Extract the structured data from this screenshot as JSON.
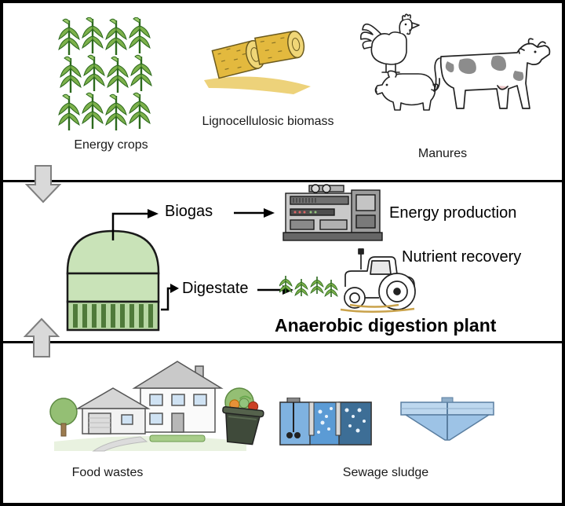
{
  "figure_title": "Anaerobic digestion plant",
  "top_panel": {
    "energy_crops_label": "Energy crops",
    "lignocellulosic_label": "Lignocellulosic biomass",
    "manures_label": "Manures"
  },
  "middle_panel": {
    "biogas_label": "Biogas",
    "energy_production_label": "Energy production",
    "digestate_label": "Digestate",
    "nutrient_recovery_label": "Nutrient recovery",
    "plant_title": "Anaerobic digestion plant"
  },
  "bottom_panel": {
    "food_wastes_label": "Food wastes",
    "sewage_sludge_label": "Sewage sludge"
  },
  "icons": [
    "energy-crops-icon",
    "hay-bales-icon",
    "chicken-icon",
    "pig-icon",
    "cow-icon",
    "down-block-arrow-icon",
    "up-block-arrow-icon",
    "digester-tank-icon",
    "biogas-elbow-arrow-icon",
    "biogas-to-generator-arrow-icon",
    "generator-icon",
    "digestate-elbow-arrow-icon",
    "digestate-to-field-arrow-icon",
    "tractor-field-icon",
    "house-icon",
    "compost-bin-icon",
    "aeration-tank-icon",
    "clarifier-icon"
  ],
  "colors": {
    "corn_green": "#7db14b",
    "corn_dark": "#2d6a1e",
    "tank_light_green": "#c9e3b8",
    "tank_slat_green": "#4f7a3a",
    "hay_yellow": "#e3b93e",
    "water_blue": "#5b9bd5",
    "clarifier_blue": "#9dc3e6",
    "arrow_gray": "#d9d9d9",
    "border_black": "#000000"
  }
}
